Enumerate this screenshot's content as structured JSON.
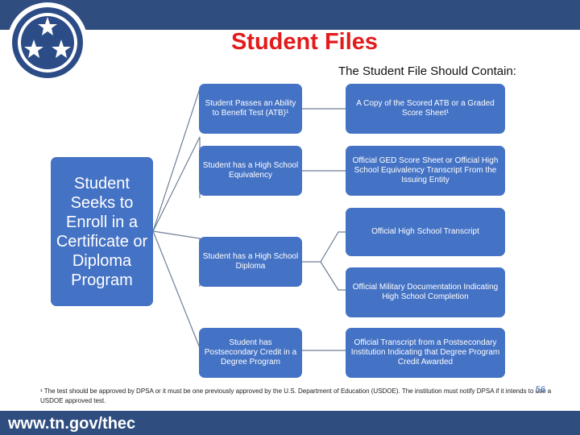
{
  "header": {
    "title": "Student Files",
    "subtitle": "The Student File Should Contain:"
  },
  "diagram": {
    "root": "Student Seeks to Enroll in a Certificate or Diploma Program",
    "branches": [
      {
        "label": "Student Passes an Ability to Benefit Test (ATB)¹",
        "result": "A Copy of the Scored ATB or a Graded Score Sheet¹"
      },
      {
        "label": "Student has a High School Equivalency",
        "result": "Official GED Score Sheet or Official High School Equivalency Transcript From the Issuing Entity"
      },
      {
        "label": "Student has a High School Diploma",
        "results": [
          "Official High School Transcript",
          "Official Military Documentation Indicating High School Completion"
        ]
      },
      {
        "label": "Student has Postsecondary Credit in a Degree Program",
        "result": "Official Transcript from a Postsecondary Institution Indicating that Degree Program Credit Awarded"
      }
    ]
  },
  "footnote": "¹ The test should be approved by DPSA or it must be one previously approved by the U.S. Department of Education (USDOE). The institution must notify DPSA if it intends to use a USDOE approved test.",
  "footer": {
    "url": "www.tn.gov/thec",
    "page_number": "56"
  },
  "colors": {
    "bar": "#2f4d7e",
    "box": "#4472c4",
    "title": "#e31b1b"
  },
  "icons": [
    "tennessee-tristar-logo"
  ]
}
